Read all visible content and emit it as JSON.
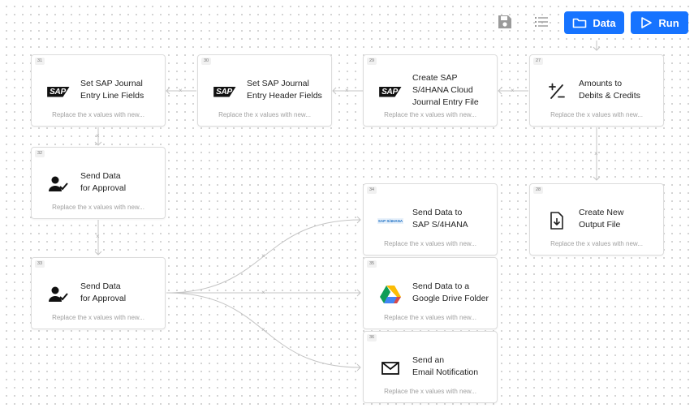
{
  "toolbar": {
    "save_icon": "save-icon",
    "list_icon": "list-icon",
    "data_label": "Data",
    "run_label": "Run",
    "accent": "#1673ff"
  },
  "nodes": {
    "n31": {
      "num": "31",
      "title1": "Set SAP Journal",
      "title2": "Entry Line Fields",
      "title3": "",
      "desc": "Replace the x values with new...",
      "icon": "sap-logo"
    },
    "n30": {
      "num": "30",
      "title1": "Set SAP Journal",
      "title2": "Entry Header Fields",
      "title3": "",
      "desc": "Replace the x values with new...",
      "icon": "sap-logo"
    },
    "n29": {
      "num": "29",
      "title1": "Create SAP",
      "title2": "S/4HANA Cloud",
      "title3": "Journal Entry File",
      "desc": "Replace the x values with new...",
      "icon": "sap-logo"
    },
    "n27": {
      "num": "27",
      "title1": "Amounts to",
      "title2": "Debits & Credits",
      "title3": "",
      "desc": "Replace the x values with new...",
      "icon": "plus-minus-icon"
    },
    "n32": {
      "num": "32",
      "title1": "Send Data",
      "title2": "for Approval",
      "title3": "",
      "desc": "Replace the x values with new...",
      "icon": "user-check-icon"
    },
    "n34": {
      "num": "34",
      "title1": "Send Data to",
      "title2": "SAP S/4HANA",
      "title3": "",
      "desc": "Replace the x values with new...",
      "icon": "sap-s4hana-logo"
    },
    "n28": {
      "num": "28",
      "title1": "Create New",
      "title2": "Output File",
      "title3": "",
      "desc": "Replace the x values with new...",
      "icon": "file-download-icon"
    },
    "n33": {
      "num": "33",
      "title1": "Send Data",
      "title2": "for Approval",
      "title3": "",
      "desc": "Replace the x values with new...",
      "icon": "user-check-icon"
    },
    "n35": {
      "num": "35",
      "title1": "Send Data to a",
      "title2": "Google Drive Folder",
      "title3": "",
      "desc": "Replace the x values with new...",
      "icon": "google-drive-logo"
    },
    "n36": {
      "num": "36",
      "title1": "Send an",
      "title2": "Email Notification",
      "title3": "",
      "desc": "Replace the x values with new...",
      "icon": "envelope-icon"
    }
  },
  "edge_marker": "×",
  "sap_text": "SAP",
  "s4_logo_text": "SAP S/4HANA"
}
